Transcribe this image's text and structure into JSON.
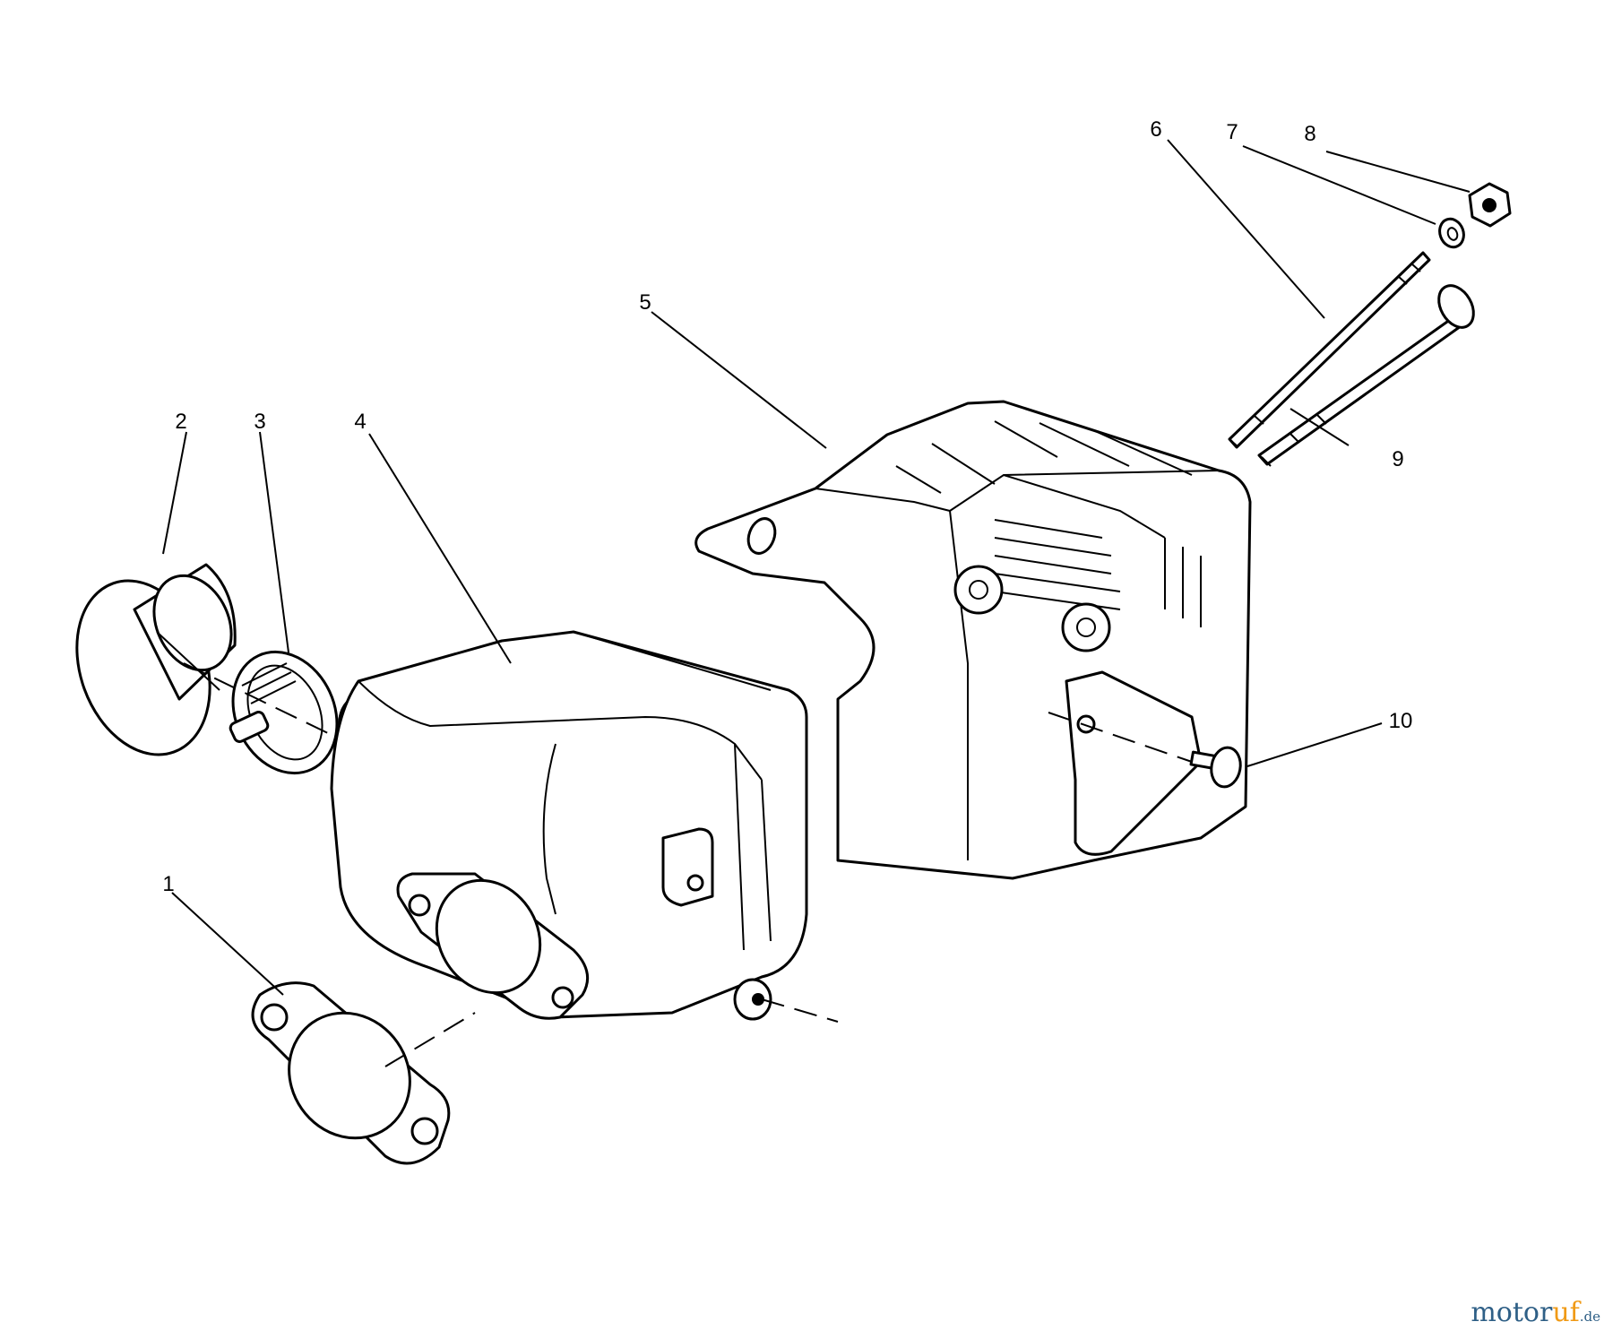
{
  "diagram": {
    "callouts": [
      {
        "id": "1",
        "label": "1"
      },
      {
        "id": "2",
        "label": "2"
      },
      {
        "id": "3",
        "label": "3"
      },
      {
        "id": "4",
        "label": "4"
      },
      {
        "id": "5",
        "label": "5"
      },
      {
        "id": "6",
        "label": "6"
      },
      {
        "id": "7",
        "label": "7"
      },
      {
        "id": "8",
        "label": "8"
      },
      {
        "id": "9",
        "label": "9"
      },
      {
        "id": "10",
        "label": "10"
      }
    ]
  },
  "watermark": {
    "part1": "motor",
    "part2": "uf",
    "suffix": ".de"
  },
  "colors": {
    "ink": "#000000",
    "watermark_blue": "#2e5f86",
    "watermark_orange": "#f09a16"
  }
}
